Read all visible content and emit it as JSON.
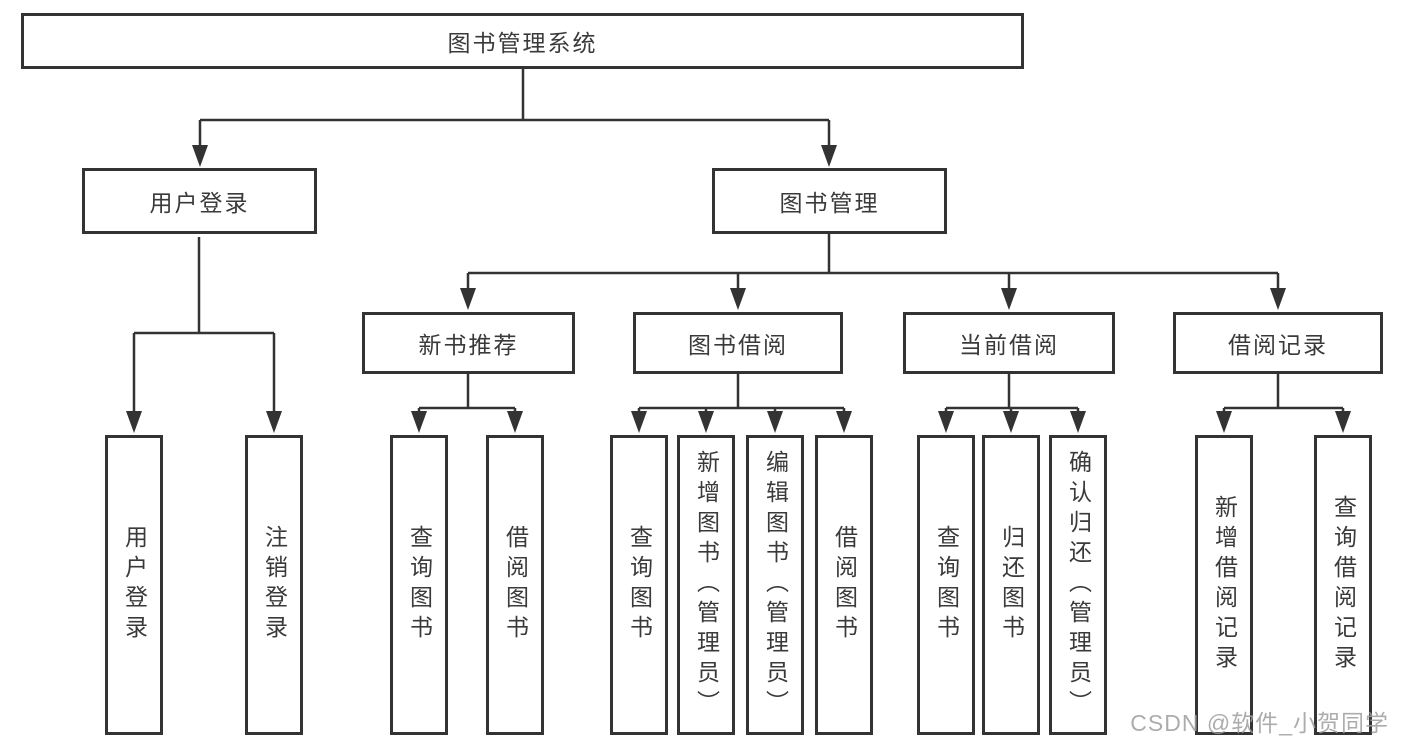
{
  "diagram_title": "图书管理系统",
  "watermark": "CSDN @软件_小贺同学",
  "colors": {
    "background": "#ffffff",
    "line": "#333333",
    "box_border": "#333333",
    "text": "#3a3a3a",
    "watermark": "#9e9e9e"
  },
  "tree": {
    "label": "图书管理系统",
    "children": [
      {
        "label": "用户登录",
        "children": [
          {
            "label": "用户登录"
          },
          {
            "label": "注销登录"
          }
        ]
      },
      {
        "label": "图书管理",
        "children": [
          {
            "label": "新书推荐",
            "children": [
              {
                "label": "查询图书"
              },
              {
                "label": "借阅图书"
              }
            ]
          },
          {
            "label": "图书借阅",
            "children": [
              {
                "label": "查询图书"
              },
              {
                "label": "新增图书（管理员）"
              },
              {
                "label": "编辑图书（管理员）"
              },
              {
                "label": "借阅图书"
              }
            ]
          },
          {
            "label": "当前借阅",
            "children": [
              {
                "label": "查询图书"
              },
              {
                "label": "归还图书"
              },
              {
                "label": "确认归还（管理员）"
              }
            ]
          },
          {
            "label": "借阅记录",
            "children": [
              {
                "label": "新增借阅记录"
              },
              {
                "label": "查询借阅记录"
              }
            ]
          }
        ]
      }
    ]
  }
}
